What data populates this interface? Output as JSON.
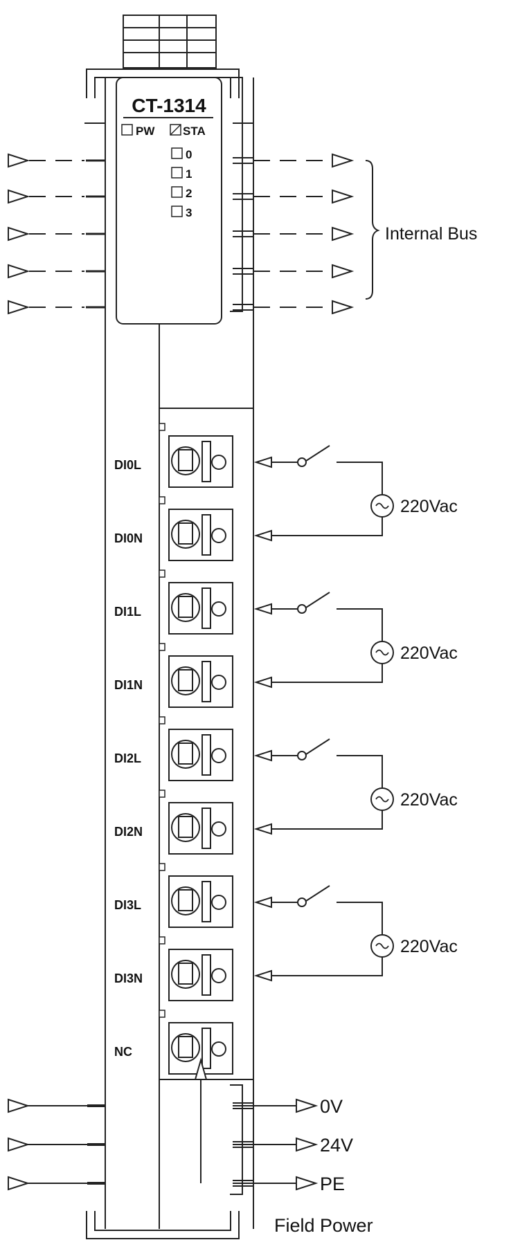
{
  "module": {
    "model": "CT-1314",
    "led_pw": "PW",
    "led_sta": "STA",
    "channels": [
      "0",
      "1",
      "2",
      "3"
    ]
  },
  "terminals": [
    "DI0L",
    "DI0N",
    "DI1L",
    "DI1N",
    "DI2L",
    "DI2N",
    "DI3L",
    "DI3N",
    "NC"
  ],
  "sources": [
    "220Vac",
    "220Vac",
    "220Vac",
    "220Vac"
  ],
  "internal_bus_label": "Internal Bus",
  "field_power": {
    "title": "Field Power",
    "rails": [
      "0V",
      "24V",
      "PE"
    ]
  }
}
